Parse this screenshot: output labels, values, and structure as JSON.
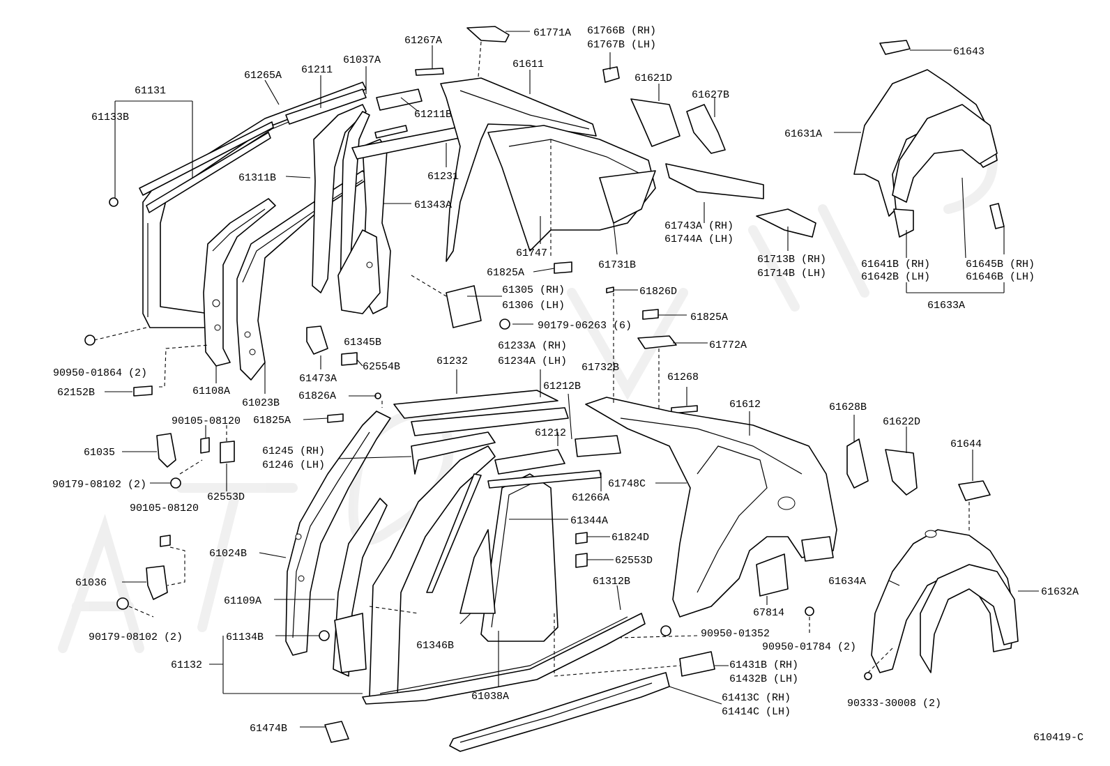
{
  "diagram_id": "610419-C",
  "parts": {
    "p61131": "61131",
    "p61133B": "61133B",
    "p61265A": "61265A",
    "p61211": "61211",
    "p61037A": "61037A",
    "p61267A": "61267A",
    "p61771A": "61771A",
    "p61766B": "61766B (RH)",
    "p61767B": "61767B (LH)",
    "p61611": "61611",
    "p61621D": "61621D",
    "p61627B": "61627B",
    "p61643": "61643",
    "p61631A": "61631A",
    "p61211B": "61211B",
    "p61311B": "61311B",
    "p61231": "61231",
    "p61343A": "61343A",
    "p61743A": "61743A (RH)",
    "p61744A": "61744A (LH)",
    "p61713B": "61713B (RH)",
    "p61714B": "61714B (LH)",
    "p61641B": "61641B (RH)",
    "p61642B": "61642B (LH)",
    "p61645B": "61645B (RH)",
    "p61646B": "61646B (LH)",
    "p61633A": "61633A",
    "p61747": "61747",
    "p61825A_1": "61825A",
    "p61731B": "61731B",
    "p61305": "61305 (RH)",
    "p61306": "61306 (LH)",
    "p61826D": "61826D",
    "p61825A_2": "61825A",
    "p90179_06263": "90179-06263 (6)",
    "p61772A": "61772A",
    "p90950_01864": "90950-01864 (2)",
    "p61345B": "61345B",
    "p62554B": "62554B",
    "p61473A": "61473A",
    "p61108A": "61108A",
    "p61023B": "61023B",
    "p62152B": "62152B",
    "p61232": "61232",
    "p61233A": "61233A (RH)",
    "p61234A": "61234A (LH)",
    "p61732B": "61732B",
    "p61212B": "61212B",
    "p61268": "61268",
    "p61612": "61612",
    "p61628B": "61628B",
    "p61622D": "61622D",
    "p61644": "61644",
    "p61826A": "61826A",
    "p61825A_3": "61825A",
    "p90105_08120_1": "90105-08120",
    "p61035": "61035",
    "p61245": "61245 (RH)",
    "p61246": "61246 (LH)",
    "p61212": "61212",
    "p90179_08102_1": "90179-08102 (2)",
    "p62553D_1": "62553D",
    "p61748C": "61748C",
    "p61266A": "61266A",
    "p90105_08120_2": "90105-08120",
    "p61344A": "61344A",
    "p61824D": "61824D",
    "p61024B": "61024B",
    "p62553D_2": "62553D",
    "p61036": "61036",
    "p61312B": "61312B",
    "p61634A": "61634A",
    "p61632A": "61632A",
    "p61109A": "61109A",
    "p67814": "67814",
    "p90179_08102_2": "90179-08102 (2)",
    "p61134B": "61134B",
    "p61346B": "61346B",
    "p90950_01352": "90950-01352",
    "p90950_01784": "90950-01784 (2)",
    "p61132": "61132",
    "p61431B": "61431B (RH)",
    "p61432B": "61432B (LH)",
    "p61038A": "61038A",
    "p61413C": "61413C (RH)",
    "p61414C": "61414C (LH)",
    "p90333_30008": "90333-30008 (2)",
    "p61474B": "61474B"
  }
}
